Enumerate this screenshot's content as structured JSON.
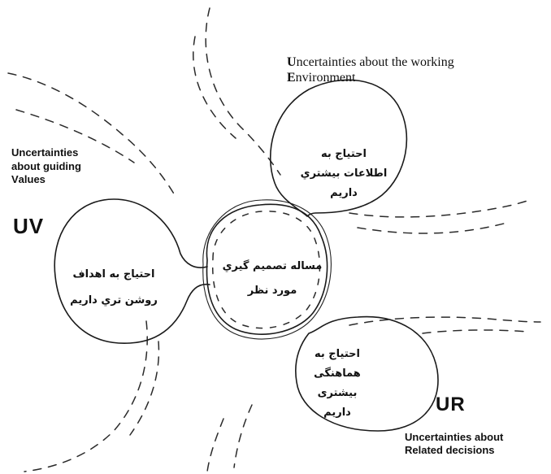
{
  "diagram": {
    "environment_label": {
      "line1_initial": "U",
      "line1_rest": "ncertainties about the working",
      "line2_initial": "E",
      "line2_rest": "nvironment"
    },
    "values_label": {
      "line1_initial": "U",
      "line1_rest": "ncertainties",
      "line2": "about guiding",
      "line3_initial": "V",
      "line3_rest": "alues",
      "abbr": "UV"
    },
    "related_label": {
      "abbr": "UR",
      "line1_initial": "U",
      "line1_rest": "ncertainties about",
      "line2_initial": "R",
      "line2_rest": "elated decisions"
    },
    "center": {
      "line1": "مساله تصميم گيري",
      "line2": "مورد نظر"
    },
    "bubble_environment": {
      "line1": "احتياج به",
      "line2": "اطلاعات بيشتري",
      "line3": "داريم"
    },
    "bubble_values": {
      "line1": "احتياج به اهداف",
      "line2": "روشن تري داريم"
    },
    "bubble_related": {
      "line1": "احتياج به",
      "line2": "هماهنگی بيشتری",
      "line3": "داريم"
    }
  }
}
